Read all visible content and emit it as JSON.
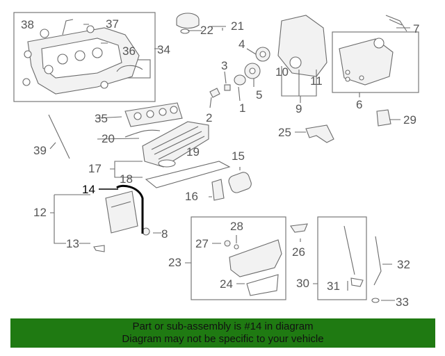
{
  "callouts": [
    "1",
    "2",
    "3",
    "4",
    "5",
    "6",
    "7",
    "8",
    "9",
    "10",
    "11",
    "12",
    "13",
    "14",
    "15",
    "16",
    "17",
    "18",
    "19",
    "20",
    "21",
    "22",
    "23",
    "24",
    "25",
    "26",
    "27",
    "28",
    "29",
    "30",
    "31",
    "32",
    "33",
    "34",
    "35",
    "36",
    "37",
    "38",
    "39"
  ],
  "highlighted_part": "14",
  "colors": {
    "banner": "#1f7a12",
    "highlight": "#000000",
    "callout": "#555555",
    "drawing": "#6a6a6a"
  },
  "banner": {
    "line1": "Part or sub-assembly is #14 in diagram",
    "line2": "Diagram may not be specific to your vehicle"
  }
}
